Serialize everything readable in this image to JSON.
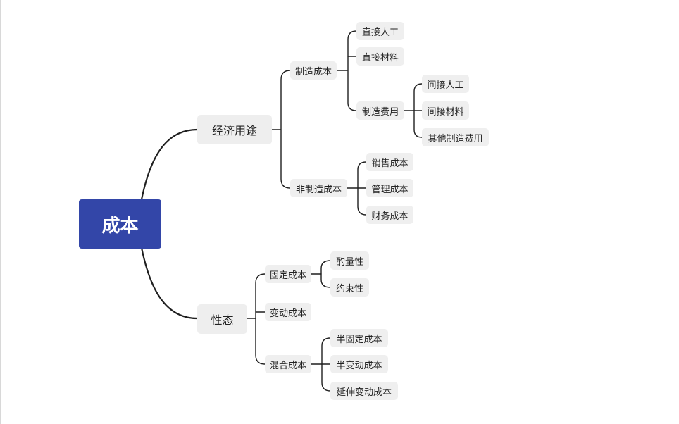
{
  "mindmap": {
    "root": "成本",
    "branches": {
      "purpose": "经济用途",
      "nature": "性态"
    },
    "purpose": {
      "manufacturing": "制造成本",
      "non_manufacturing": "非制造成本",
      "manufacturing_items": {
        "direct_labor": "直接人工",
        "direct_materials": "直接材料",
        "overhead": "制造费用"
      },
      "overhead_items": {
        "indirect_labor": "间接人工",
        "indirect_materials": "间接材料",
        "other_overhead": "其他制造费用"
      },
      "non_manufacturing_items": {
        "selling": "销售成本",
        "administrative": "管理成本",
        "financial": "财务成本"
      }
    },
    "nature": {
      "fixed": "固定成本",
      "variable": "变动成本",
      "mixed": "混合成本",
      "fixed_items": {
        "discretionary": "酌量性",
        "committed": "约束性"
      },
      "mixed_items": {
        "semi_fixed": "半固定成本",
        "semi_variable": "半变动成本",
        "extended_variable": "延伸变动成本"
      }
    }
  }
}
